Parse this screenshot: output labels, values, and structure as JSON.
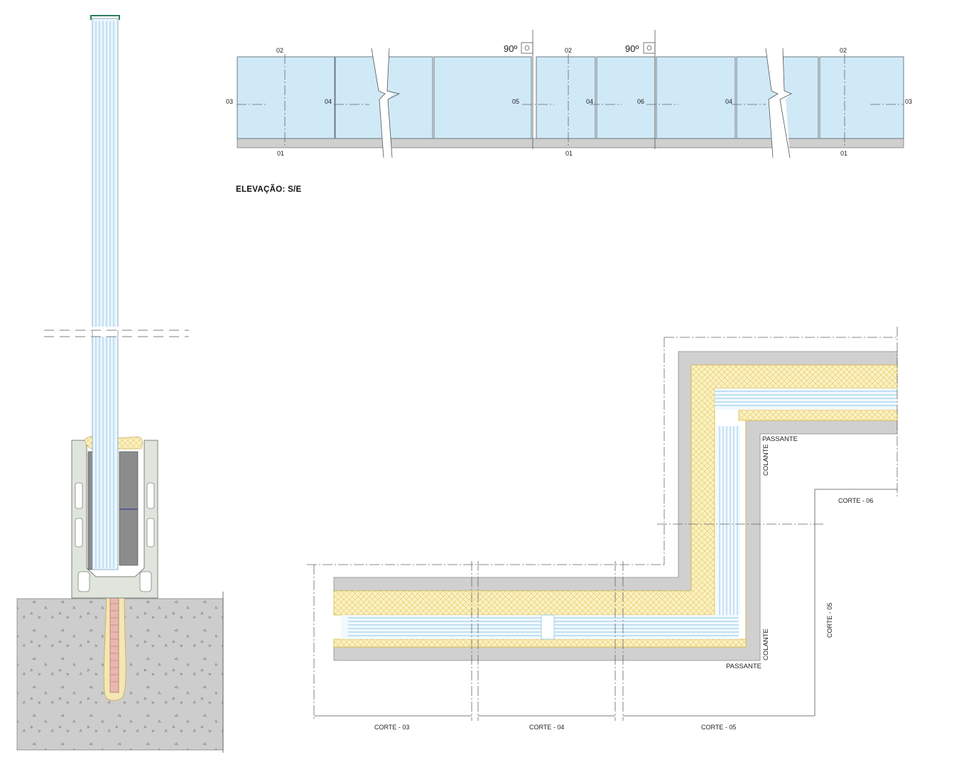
{
  "elevation": {
    "title": "ELEVAÇÃO: S/E",
    "angle_labels": [
      "90º",
      "90º"
    ],
    "axis_labels": {
      "top": [
        "02",
        "02",
        "02"
      ],
      "bottom": [
        "01",
        "01",
        "01"
      ],
      "mid": [
        "03",
        "04",
        "05",
        "04",
        "06",
        "04",
        "03"
      ]
    }
  },
  "plan": {
    "labels": {
      "passante_1": "PASSANTE",
      "colante_1": "COLANTE",
      "passante_2": "PASSANTE",
      "colante_2": "COLANTE",
      "corte_06": "CORTE - 06",
      "corte_05_vertical": "CORTE - 05",
      "corte_03": "CORTE - 03",
      "corte_04": "CORTE - 04",
      "corte_05": "CORTE - 05"
    }
  },
  "colors": {
    "glass": "#cfe9f7",
    "profile": "#d0d0d0",
    "resin": "#f3e7b3",
    "concrete": "#cfcfcf"
  }
}
